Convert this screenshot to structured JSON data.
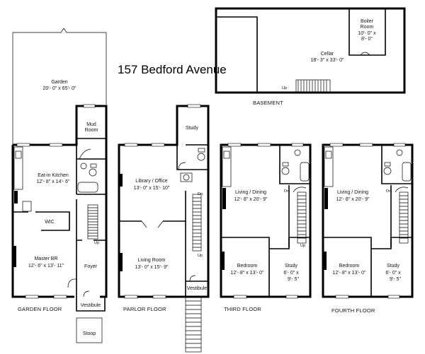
{
  "title": "157 Bedford Avenue",
  "floors": {
    "garden": {
      "label": "GARDEN FLOOR",
      "garden": {
        "name": "Garden",
        "dims": "20'- 0\" x 65'- 0\""
      },
      "mud_room": {
        "name_line1": "Mud",
        "name_line2": "Room"
      },
      "kitchen": {
        "name": "Eat-in Kitchen",
        "dims": "12'- 8\" x 14'- 6\""
      },
      "wic": "WIC",
      "master": {
        "name": "Master BR",
        "dims": "12'- 6\" x 13'- 11\""
      },
      "foyer": "Foyer",
      "up": "Up",
      "vestibule": "Vestibule",
      "stoop": "Stoop"
    },
    "parlor": {
      "label": "PARLOR FLOOR",
      "study": "Study",
      "library": {
        "name": "Library / Office",
        "dims": "13'- 0\" x 15'- 10\""
      },
      "living": {
        "name": "Living Room",
        "dims": "13'- 0\" x 15'- 9\""
      },
      "dn": "Dn.",
      "up": "Up",
      "vestibule": "Vestibule"
    },
    "third": {
      "label": "THIRD FLOOR",
      "living_dining": {
        "name": "Living / Dining",
        "dims": "12'- 8\" x 20'- 9\""
      },
      "bedroom": {
        "name": "Bedroom",
        "dims": "12'- 8\" x 13'- 0\""
      },
      "study": {
        "name": "Study",
        "dims_line1": "6'- 0\" x",
        "dims_line2": "9'- 5\""
      },
      "dn": "Dn.",
      "up": "Up"
    },
    "fourth": {
      "label": "FOURTH FLOOR",
      "living_dining": {
        "name": "Living / Dining",
        "dims": "12'- 8\" x 20'- 9\""
      },
      "bedroom": {
        "name": "Bedroom",
        "dims": "12'- 8\" x 13'- 0\""
      },
      "study": {
        "name": "Study",
        "dims_line1": "6'- 0\" x",
        "dims_line2": "9'- 5\""
      },
      "dn": "Dn."
    },
    "basement": {
      "label": "BASEMENT",
      "cellar": {
        "name": "Cellar",
        "dims": "18'- 3\" x 33'- 0\""
      },
      "boiler": {
        "name_line1": "Boiler",
        "name_line2": "Room",
        "dims_line1": "10'- 0\" x",
        "dims_line2": "8'- 0\""
      },
      "up": "Up"
    }
  }
}
